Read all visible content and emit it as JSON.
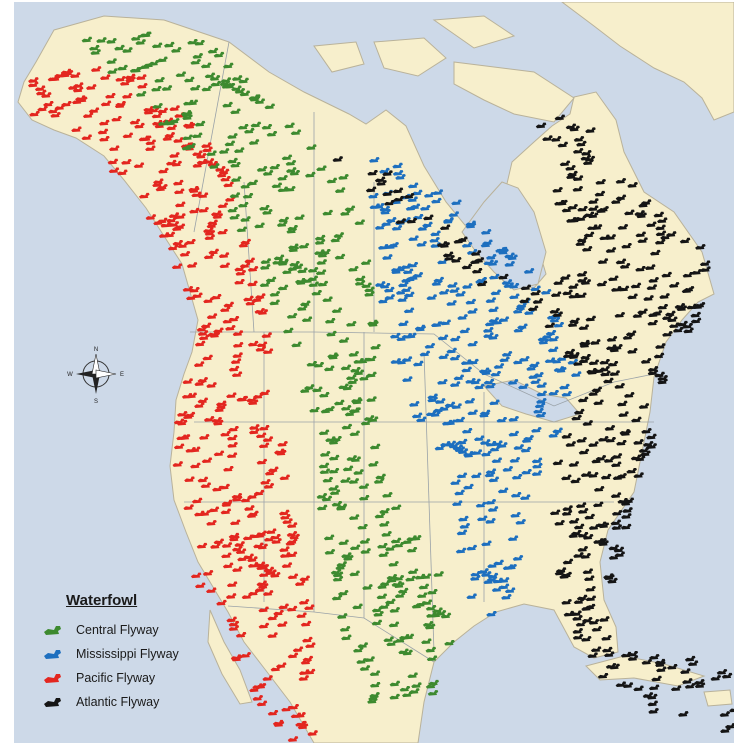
{
  "legend": {
    "title": "Waterfowl",
    "items": [
      {
        "key": "central",
        "label": "Central Flyway",
        "color": "#3d8a2f"
      },
      {
        "key": "mississippi",
        "label": "Mississippi Flyway",
        "color": "#1d6fbf"
      },
      {
        "key": "pacific",
        "label": "Pacific Flyway",
        "color": "#e3261f"
      },
      {
        "key": "atlantic",
        "label": "Atlantic Flyway",
        "color": "#151515"
      }
    ]
  },
  "compass": {
    "north": "N",
    "south": "S",
    "east": "E",
    "west": "W"
  },
  "colors": {
    "ocean": "#cdd9e8",
    "land": "#f7efcc",
    "border": "#9aa2a8"
  },
  "icons": {
    "marker": "duck-icon",
    "compass": "compass-rose-icon"
  }
}
